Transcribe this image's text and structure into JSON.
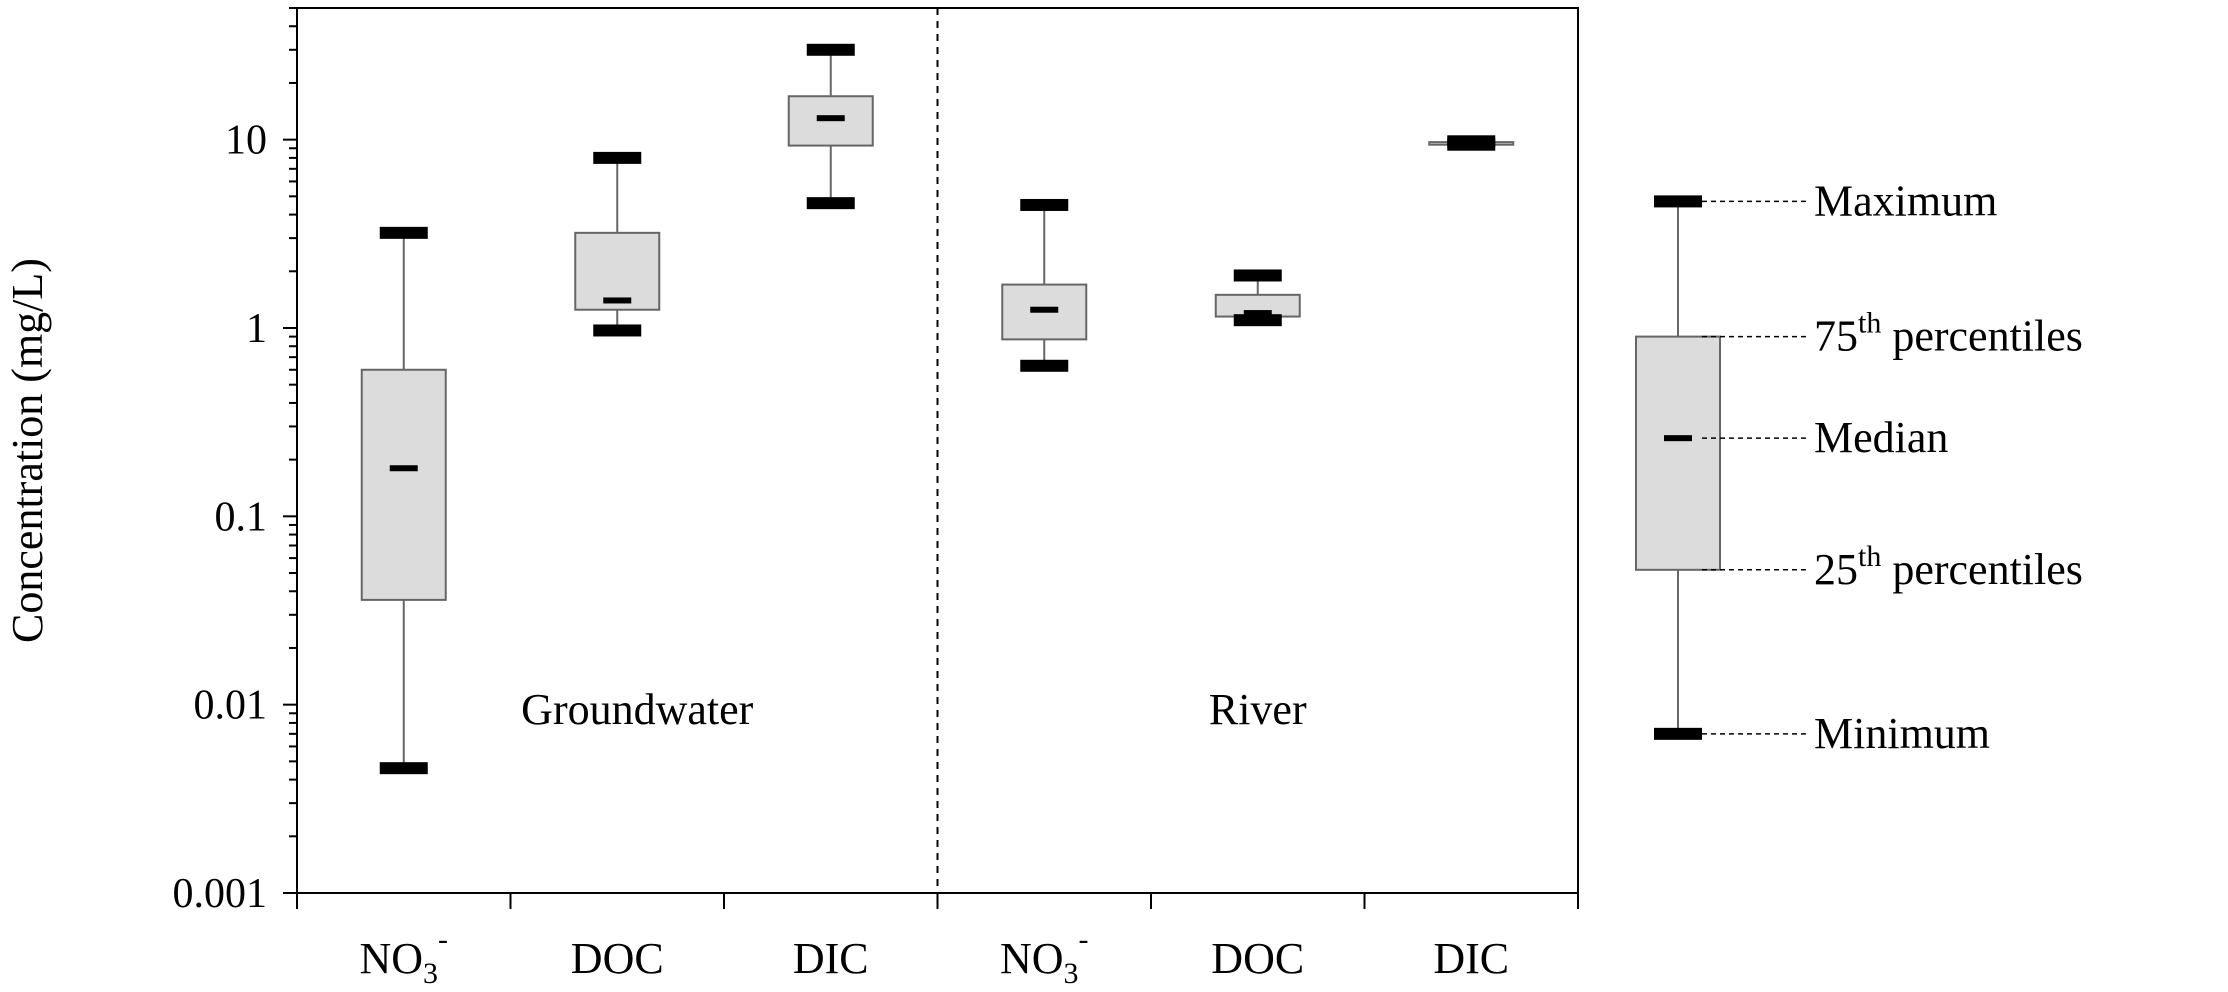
{
  "chart_data": {
    "type": "box",
    "ylabel": "Concentration  (mg/L)",
    "yscale": "log",
    "ylim": [
      0.001,
      50
    ],
    "yticks": [
      {
        "value": 0.001,
        "label": "0.001"
      },
      {
        "value": 0.01,
        "label": "0.01"
      },
      {
        "value": 0.1,
        "label": "0.1"
      },
      {
        "value": 1,
        "label": "1"
      },
      {
        "value": 10,
        "label": "10"
      }
    ],
    "groups": [
      {
        "name": "Groundwater",
        "category_count": 3
      },
      {
        "name": "River",
        "category_count": 3
      }
    ],
    "categories": [
      {
        "label": "NO",
        "sub": "3",
        "sup": "-"
      },
      {
        "label": "DOC",
        "sub": "",
        "sup": ""
      },
      {
        "label": "DIC",
        "sub": "",
        "sup": ""
      },
      {
        "label": "NO",
        "sub": "3",
        "sup": "-"
      },
      {
        "label": "DOC",
        "sub": "",
        "sup": ""
      },
      {
        "label": "DIC",
        "sub": "",
        "sup": ""
      }
    ],
    "boxes": [
      {
        "group": "Groundwater",
        "category": "NO3-",
        "min": 0.0046,
        "q1": 0.036,
        "median": 0.18,
        "q3": 0.6,
        "max": 3.2
      },
      {
        "group": "Groundwater",
        "category": "DOC",
        "min": 0.97,
        "q1": 1.25,
        "median": 1.4,
        "q3": 3.2,
        "max": 8.0
      },
      {
        "group": "Groundwater",
        "category": "DIC",
        "min": 4.6,
        "q1": 9.3,
        "median": 13.0,
        "q3": 17.0,
        "max": 30.0
      },
      {
        "group": "River",
        "category": "NO3-",
        "min": 0.63,
        "q1": 0.87,
        "median": 1.25,
        "q3": 1.7,
        "max": 4.5
      },
      {
        "group": "River",
        "category": "DOC",
        "min": 1.1,
        "q1": 1.15,
        "median": 1.2,
        "q3": 1.5,
        "max": 1.9
      },
      {
        "group": "River",
        "category": "DIC",
        "min": 9.4,
        "q1": 9.4,
        "median": 9.6,
        "q3": 9.7,
        "max": 9.8
      }
    ],
    "legend": {
      "placement": "right",
      "labels": [
        {
          "key": "max",
          "text": "Maximum",
          "sup": ""
        },
        {
          "key": "q3",
          "text": "75",
          "sup": "th",
          "rest": " percentiles"
        },
        {
          "key": "median",
          "text": "Median",
          "sup": ""
        },
        {
          "key": "q1",
          "text": "25",
          "sup": "th",
          "rest": " percentiles"
        },
        {
          "key": "min",
          "text": "Minimum",
          "sup": ""
        }
      ]
    },
    "colors": {
      "box_fill": "#dcdcdc",
      "box_stroke": "#666666",
      "line": "#000000"
    },
    "grid": false
  }
}
